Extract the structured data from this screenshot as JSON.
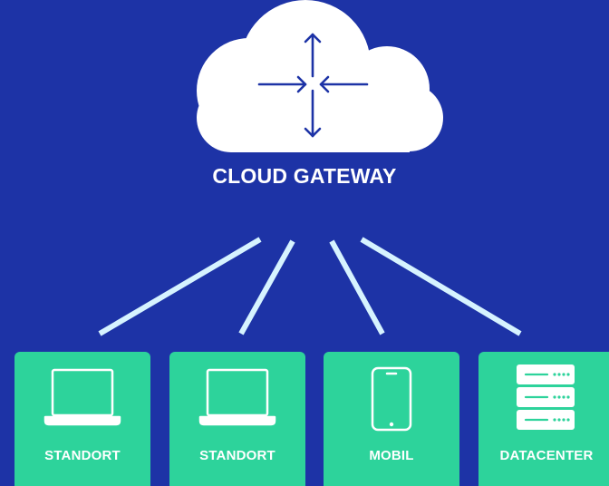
{
  "gateway": {
    "label": "CLOUD GATEWAY",
    "icon": "cloud-arrows-icon"
  },
  "nodes": [
    {
      "label": "STANDORT",
      "icon": "laptop-icon"
    },
    {
      "label": "STANDORT",
      "icon": "laptop-icon"
    },
    {
      "label": "MOBIL",
      "icon": "tablet-icon"
    },
    {
      "label": "DATACENTER",
      "icon": "server-icon"
    }
  ],
  "colors": {
    "background": "#1d33a6",
    "node": "#2dd39b",
    "cloud": "#ffffff",
    "arrows": "#1d33a6",
    "links": "#d6f3ff"
  }
}
